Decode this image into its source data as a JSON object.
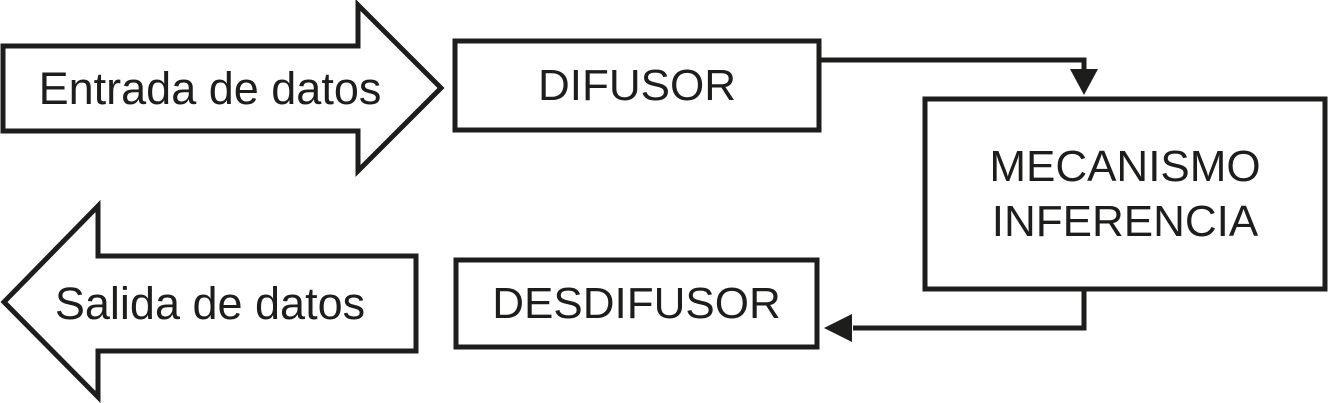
{
  "diagram": {
    "background": "#ffffff",
    "stroke_color": "#1d1d1b",
    "text_color": "#1d1d1b",
    "nodes": {
      "entrada": {
        "label": "Entrada de datos",
        "shape": "right-arrow"
      },
      "difusor": {
        "label": "DIFUSOR",
        "shape": "rectangle"
      },
      "mecanismo": {
        "line1": "MECANISMO",
        "line2": "INFERENCIA",
        "shape": "rectangle"
      },
      "desdifusor": {
        "label": "DESDIFUSOR",
        "shape": "rectangle"
      },
      "salida": {
        "label": "Salida de datos",
        "shape": "left-arrow"
      }
    },
    "edges": [
      {
        "from": "DIFUSOR",
        "to": "MECANISMO INFERENCIA",
        "direction": "down"
      },
      {
        "from": "MECANISMO INFERENCIA",
        "to": "DESDIFUSOR",
        "direction": "left"
      }
    ]
  }
}
